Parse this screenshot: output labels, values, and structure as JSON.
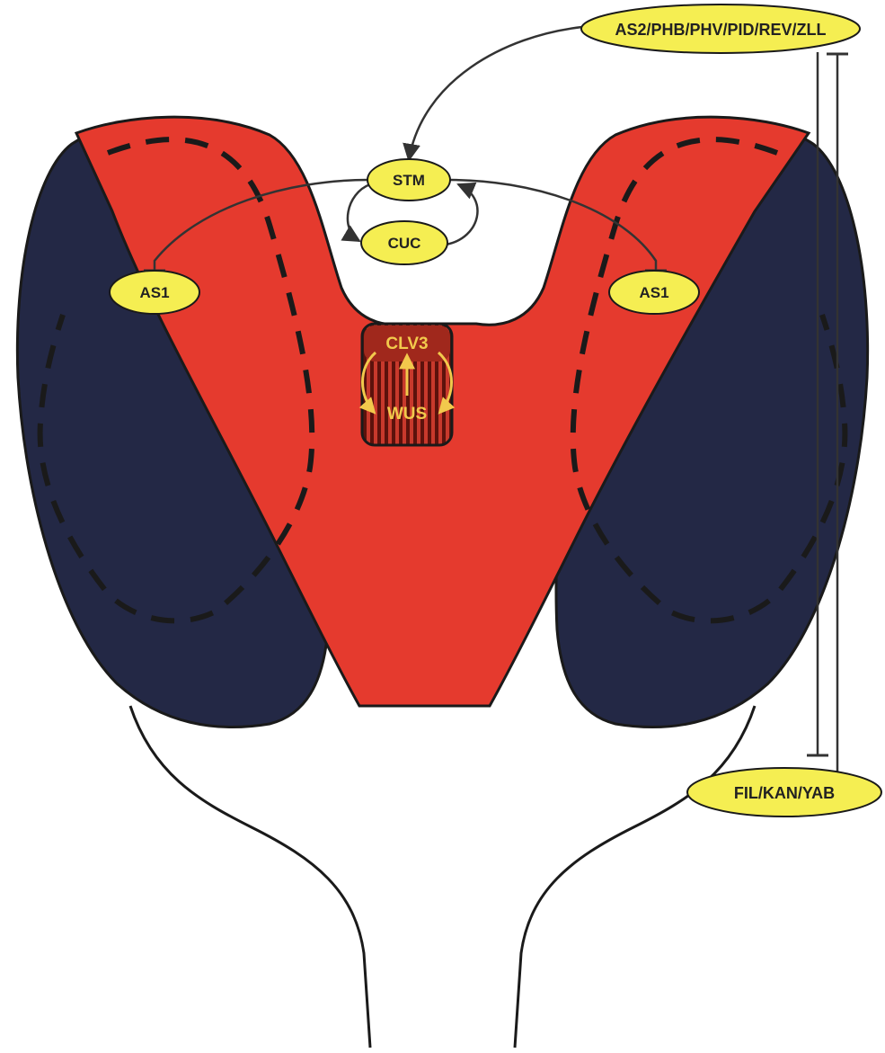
{
  "nodes": {
    "as2_group": "AS2/PHB/PHV/PID/REV/ZLL",
    "stm": "STM",
    "cuc": "CUC",
    "as1_left": "AS1",
    "as1_right": "AS1",
    "fil_group": "FIL/KAN/YAB"
  },
  "center": {
    "clv3": "CLV3",
    "wus": "WUS"
  },
  "colors": {
    "red_zone": "#e53a2e",
    "navy_zone": "#232845",
    "node_fill": "#f5ee52",
    "outline": "#1a1a1a",
    "center_box": "#7a1a12"
  }
}
